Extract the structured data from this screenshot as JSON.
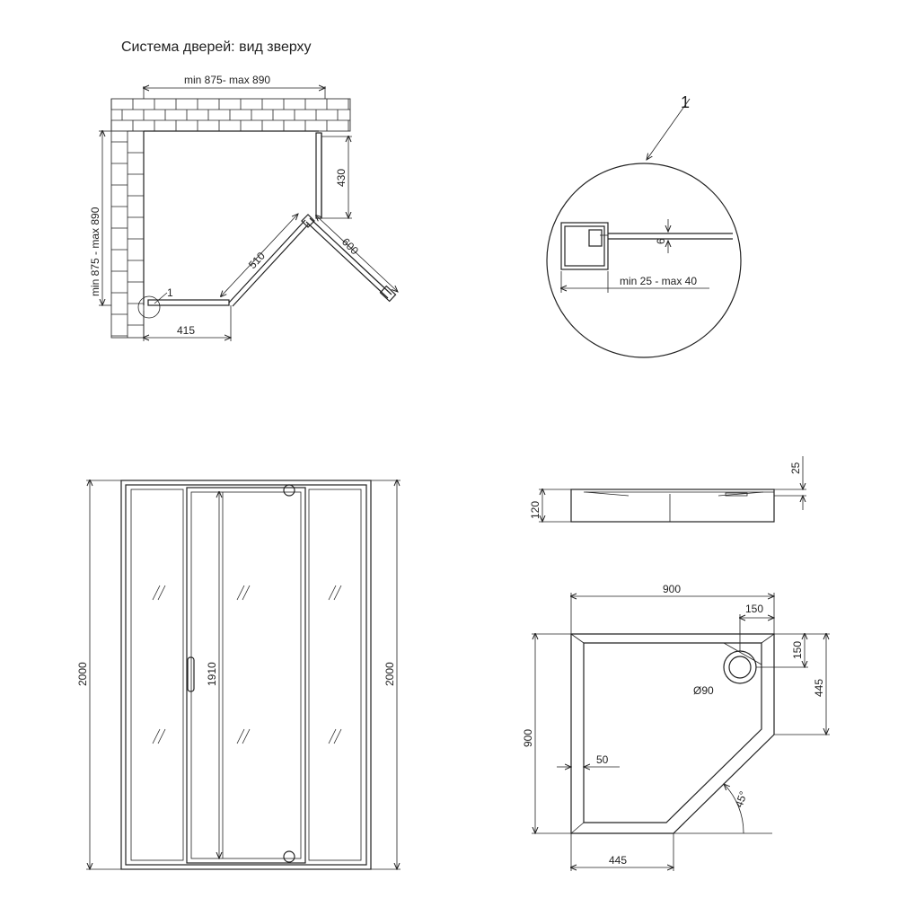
{
  "title": "Система дверей: вид зверху",
  "plan": {
    "width_label": "min 875- max 890",
    "height_label": "min 875 - max 890",
    "right_wall_label": "430",
    "door_fixed_label": "510",
    "door_open_label": "600",
    "bottom_label": "415",
    "detail_callout": "1"
  },
  "detail": {
    "callout": "1",
    "gap_label": "6",
    "range_label": "min 25 - max 40"
  },
  "front": {
    "left_height": "2000",
    "right_height": "2000",
    "door_height": "1910"
  },
  "tray_side": {
    "height_label": "120",
    "lip_label": "25"
  },
  "tray_top": {
    "width_label": "900",
    "height_label": "900",
    "drain_offset_x": "150",
    "drain_offset_y": "150",
    "drain_diameter": "Ø90",
    "side_right_label": "445",
    "side_bottom_label": "445",
    "rim_label": "50",
    "angle_label": "45°"
  }
}
